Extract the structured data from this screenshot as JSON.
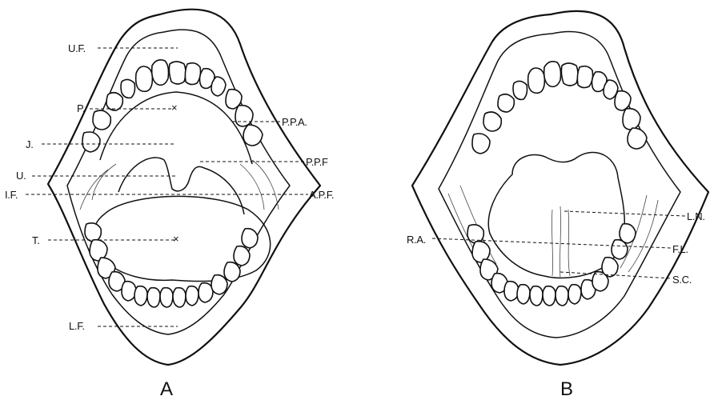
{
  "figure_a": {
    "caption": "A",
    "labels": {
      "upper_frenum": "U.F.",
      "palate": "P.",
      "posterior_palatine_arch": "P.P.A.",
      "jaw": "J.",
      "posterior_palatine_fold": "P.P.F",
      "uvula": "U.",
      "isthmus_faucium": "I.F.",
      "anterior_palatine_fold": "A.P.F.",
      "tongue": "T.",
      "lower_frenum": "L.F."
    }
  },
  "figure_b": {
    "caption": "B",
    "labels": {
      "lingual_nerve": "L.N.",
      "ridge_area": "R.A.",
      "frenum_linguae": "F.L.",
      "sublingual_caruncle": "S.C."
    }
  }
}
